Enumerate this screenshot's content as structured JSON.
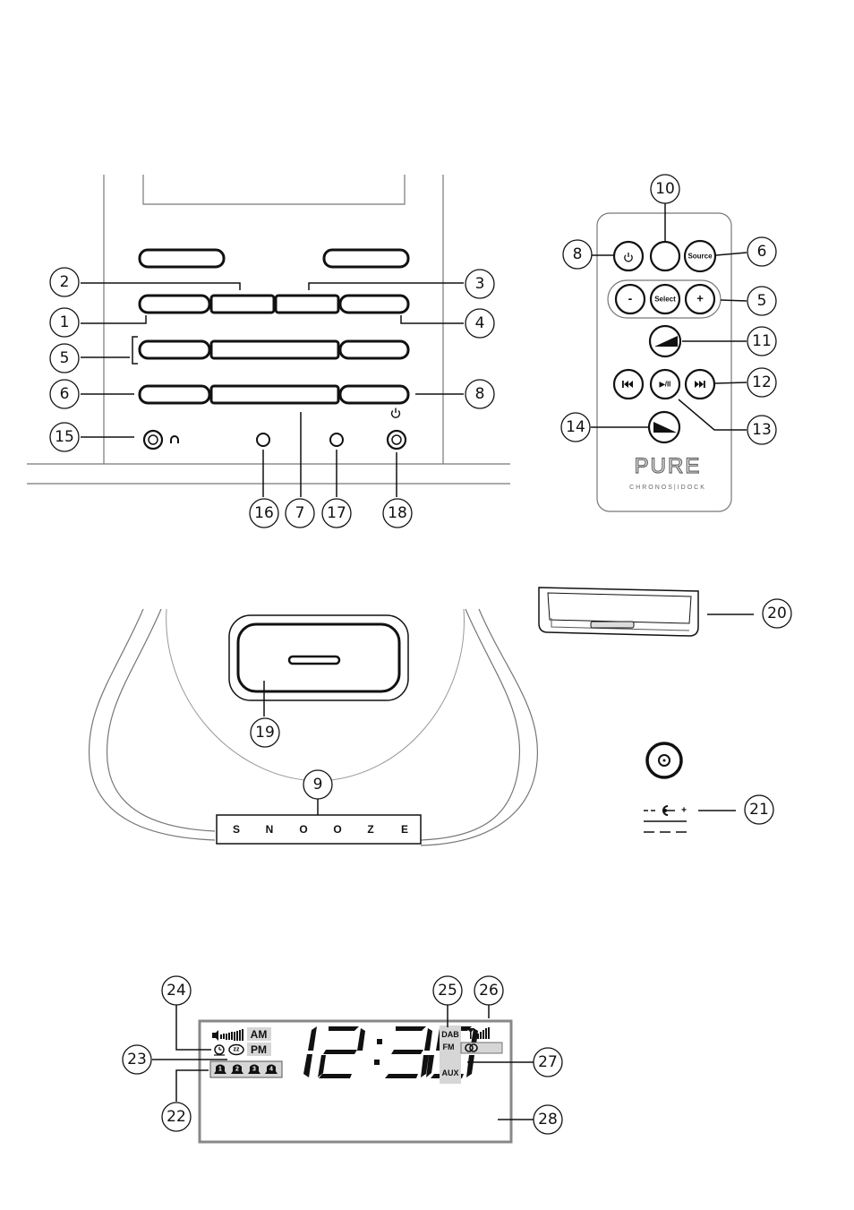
{
  "callout_labels": {
    "c1": "1",
    "c2": "2",
    "c3": "3",
    "c4": "4",
    "c5": "5",
    "c6": "6",
    "c7": "7",
    "c8": "8",
    "c9": "9",
    "c10": "10",
    "c11": "11",
    "c12": "12",
    "c13": "13",
    "c14": "14",
    "c15": "15",
    "c16": "16",
    "c17": "17",
    "c18": "18",
    "c19": "19",
    "c20": "20",
    "c21": "21",
    "c22": "22",
    "c23": "23",
    "c24": "24",
    "c25": "25",
    "c26": "26",
    "c27": "27",
    "c28": "28"
  },
  "remote": {
    "source_label": "Source",
    "select_label": "Select",
    "minus_label": "-",
    "plus_label": "+",
    "play_pause_label": "▶/II",
    "prev_label": "⏮",
    "next_label": "⏭",
    "brand": "PURE",
    "model": "CHRONOS|IDOCK"
  },
  "snooze": {
    "letters": [
      "S",
      "N",
      "O",
      "O",
      "Z",
      "E"
    ]
  },
  "lcd": {
    "am": "AM",
    "pm": "PM",
    "sources": [
      "DAB",
      "FM",
      "AUX"
    ],
    "alarms": [
      "1",
      "2",
      "3",
      "4"
    ]
  },
  "power_connector": {
    "plus_sign": "+"
  }
}
